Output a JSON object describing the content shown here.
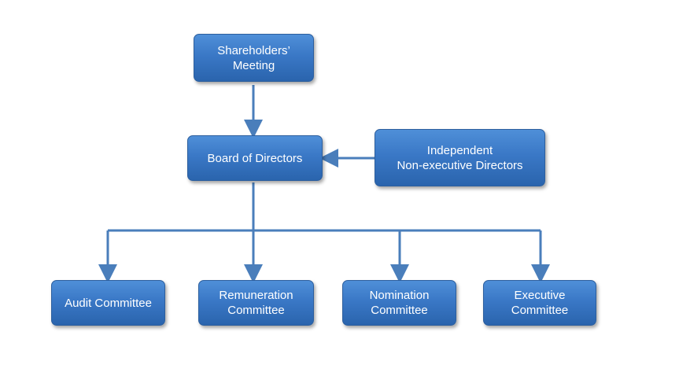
{
  "nodes": {
    "shareholders": "Shareholders’\nMeeting",
    "board": "Board of Directors",
    "independent": "Independent\nNon-executive Directors",
    "audit": "Audit Committee",
    "remuneration": "Remuneration\nCommittee",
    "nomination": "Nomination\nCommittee",
    "executive": "Executive\nCommittee"
  },
  "colors": {
    "node_fill": "#3a78c6",
    "node_border": "#2d5f9e",
    "connector": "#4a7ebb",
    "text": "#ffffff"
  }
}
